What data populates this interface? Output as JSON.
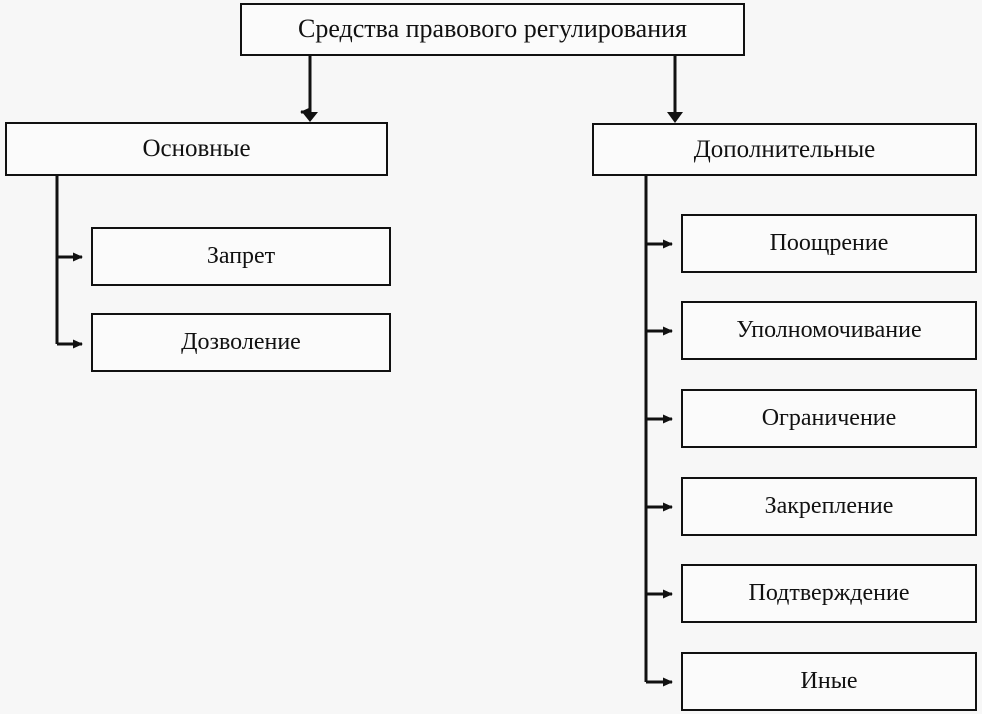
{
  "diagram": {
    "type": "hierarchy-tree",
    "language": "ru",
    "title_node": {
      "label": "Средства правового регулирования"
    },
    "branches": [
      {
        "id": "main",
        "label": "Основные",
        "children": [
          {
            "label": "Запрет"
          },
          {
            "label": "Дозволение"
          }
        ]
      },
      {
        "id": "extra",
        "label": "Дополнительные",
        "children": [
          {
            "label": "Поощрение"
          },
          {
            "label": "Уполномочивание"
          },
          {
            "label": "Ограничение"
          },
          {
            "label": "Закрепление"
          },
          {
            "label": "Подтверждение"
          },
          {
            "label": "Иные"
          }
        ]
      }
    ]
  },
  "style": {
    "background": "#f7f7f7",
    "box_fill": "#fbfbfb",
    "line_color": "#111111",
    "text_color": "#111111"
  }
}
